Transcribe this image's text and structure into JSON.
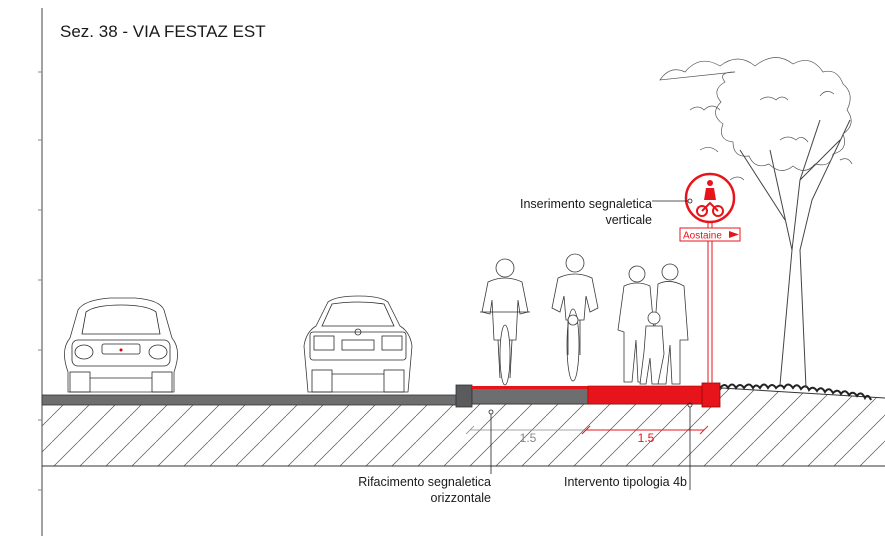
{
  "section_title": "Sez. 38 - VIA FESTAZ EST",
  "labels": {
    "vertical_sign_line1": "Inserimento segnaletica",
    "vertical_sign_line2": "verticale",
    "horizontal_marking_line1": "Rifacimento segnaletica",
    "horizontal_marking_line2": "orizzontale",
    "intervention_type": "Intervento tipologia 4b"
  },
  "sign_text": "Aostaine",
  "dimensions": {
    "existing_width": "1.5",
    "new_width": "1.5"
  },
  "colors": {
    "intervention_red": "#e8141b",
    "asphalt_grey": "#6d6e70",
    "ink": "#1a1a1a"
  }
}
